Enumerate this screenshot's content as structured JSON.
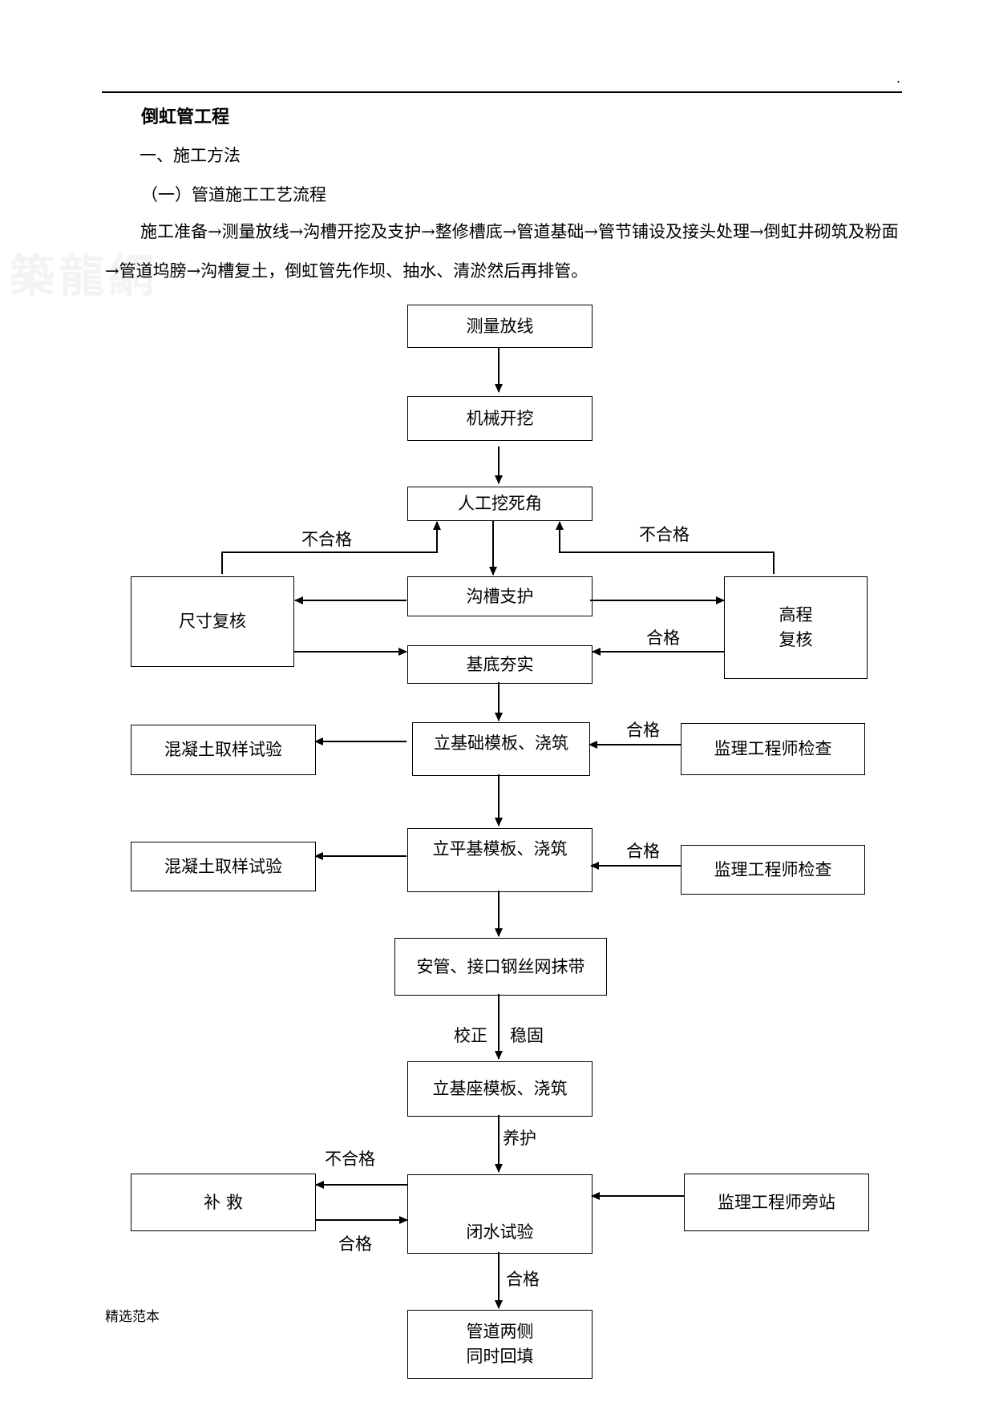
{
  "header": {
    "dot": "."
  },
  "watermark": "築龍網",
  "doc": {
    "title": "倒虹管工程",
    "section1": "一、施工方法",
    "subsection1": "（一）管道施工工艺流程",
    "paragraph": "施工准备→测量放线→沟槽开挖及支护→整修槽底→管道基础→管节铺设及接头处理→倒虹井砌筑及粉面→管道坞膀→沟槽复土，倒虹管先作坝、抽水、清淤然后再排管。"
  },
  "flowchart": {
    "steps": {
      "survey": "测量放线",
      "machine_dig": "机械开挖",
      "manual_dig": "人工挖死角",
      "trench_support": "沟槽支护",
      "size_check": "尺寸复核",
      "elevation_check": "高程\n复核",
      "base_compact": "基底夯实",
      "concrete_test_1": "混凝土取样试验",
      "foundation_form": "立基础模板、浇筑",
      "supervisor_check_1": "监理工程师检查",
      "concrete_test_2": "混凝土取样试验",
      "flat_base_form": "立平基模板、浇筑",
      "supervisor_check_2": "监理工程师检查",
      "pipe_install": "安管、接口钢丝网抹带",
      "seat_form": "立基座模板、浇筑",
      "remedy": "补  救",
      "closed_water_test": "闭水试验",
      "supervisor_standby": "监理工程师旁站",
      "backfill": "管道两侧\n同时回填"
    },
    "labels": {
      "fail_left": "不合格",
      "fail_right": "不合格",
      "pass_elevation": "合格",
      "pass_supervisor_1": "合格",
      "pass_supervisor_2": "合格",
      "correct": "校正",
      "stabilize": "稳固",
      "curing": "养护",
      "fail_remedy": "不合格",
      "pass_remedy": "合格",
      "pass_final": "合格"
    }
  },
  "footer": "精选范本"
}
